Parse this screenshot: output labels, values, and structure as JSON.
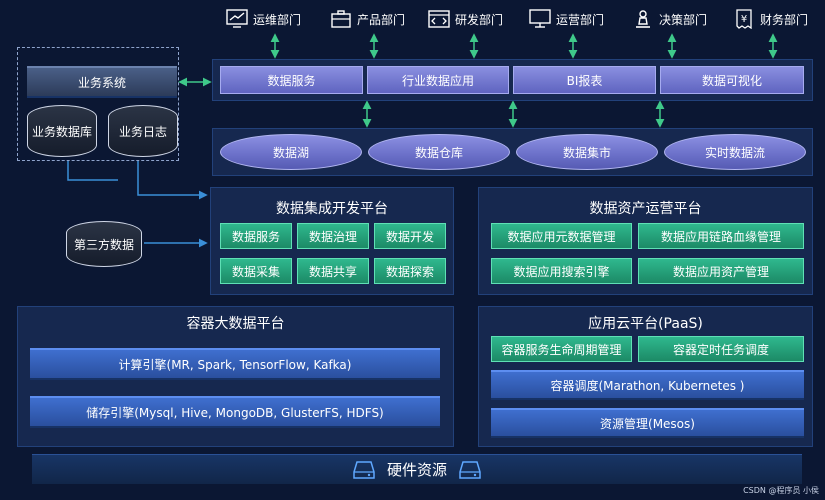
{
  "departments": [
    {
      "label": "运维部门",
      "icon": "monitor-chart-icon"
    },
    {
      "label": "产品部门",
      "icon": "briefcase-icon"
    },
    {
      "label": "研发部门",
      "icon": "code-window-icon"
    },
    {
      "label": "运营部门",
      "icon": "desktop-icon"
    },
    {
      "label": "决策部门",
      "icon": "chess-piece-icon"
    },
    {
      "label": "财务部门",
      "icon": "yen-receipt-icon"
    }
  ],
  "left_system": {
    "title": "业务系统",
    "db1": "业务数据库",
    "db2": "业务日志",
    "third_party": "第三方数据"
  },
  "service_row": [
    "数据服务",
    "行业数据应用",
    "BI报表",
    "数据可视化"
  ],
  "storage_row": [
    "数据湖",
    "数据仓库",
    "数据集市",
    "实时数据流"
  ],
  "integration_platform": {
    "title": "数据集成开发平台",
    "cells": [
      "数据服务",
      "数据治理",
      "数据开发",
      "数据采集",
      "数据共享",
      "数据探索"
    ]
  },
  "asset_platform": {
    "title": "数据资产运营平台",
    "cells": [
      "数据应用元数据管理",
      "数据应用链路血缘管理",
      "数据应用搜索引擎",
      "数据应用资产管理"
    ]
  },
  "container_platform": {
    "title": "容器大数据平台",
    "compute": "计算引擎(MR, Spark, TensorFlow, Kafka)",
    "storage": "储存引擎(Mysql, Hive, MongoDB, GlusterFS, HDFS)"
  },
  "cloud_platform": {
    "title": "应用云平台(PaaS)",
    "lifecycle": "容器服务生命周期管理",
    "scheduled": "容器定时任务调度",
    "orchestration": "容器调度(Marathon, Kubernetes )",
    "resources": "资源管理(Mesos)"
  },
  "hardware": {
    "label": "硬件资源"
  },
  "watermark": "CSDN @程序员 小侯",
  "colors": {
    "background": "#0b1733",
    "purple": "#6a6fc8",
    "green": "#1f9a72",
    "blue": "#2f5cb8",
    "arrow": "#3fc98a"
  }
}
